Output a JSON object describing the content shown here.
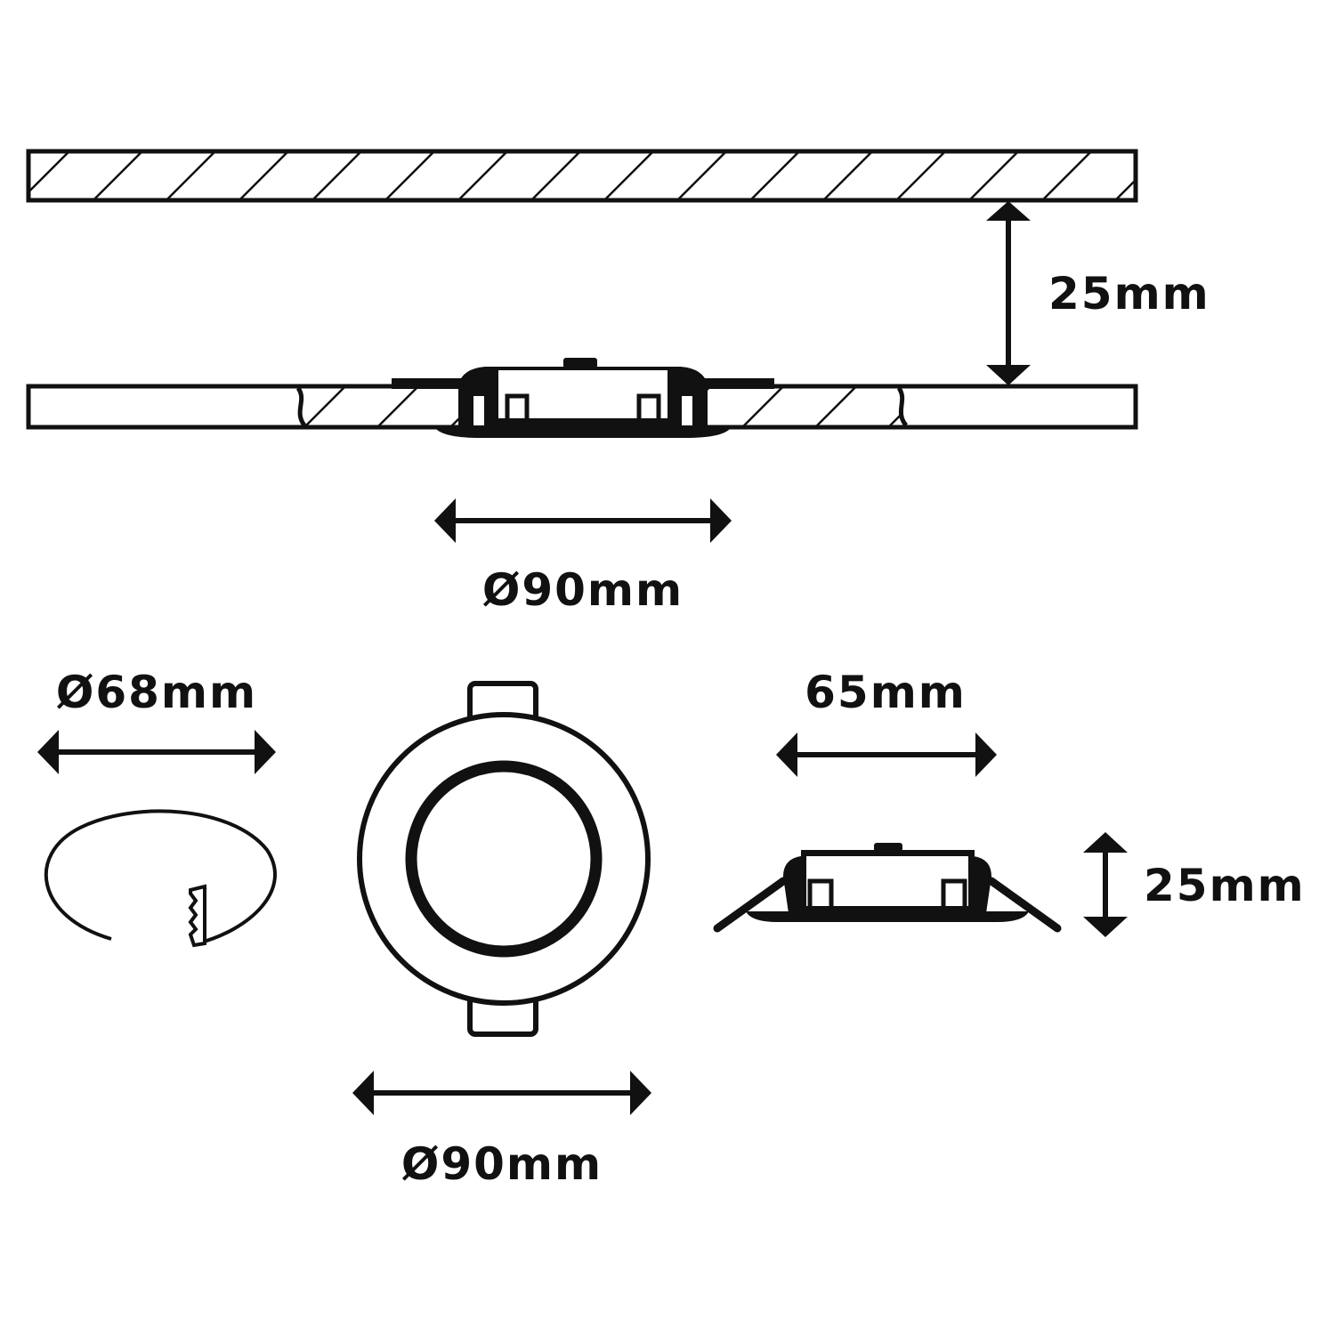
{
  "colors": {
    "line": "#111111",
    "background": "#ffffff"
  },
  "dimensions": {
    "ceiling_gap": "25mm",
    "installed_diameter": "Ø90mm",
    "cutout_diameter": "Ø68mm",
    "front_diameter": "Ø90mm",
    "body_width": "65mm",
    "body_height": "25mm"
  }
}
